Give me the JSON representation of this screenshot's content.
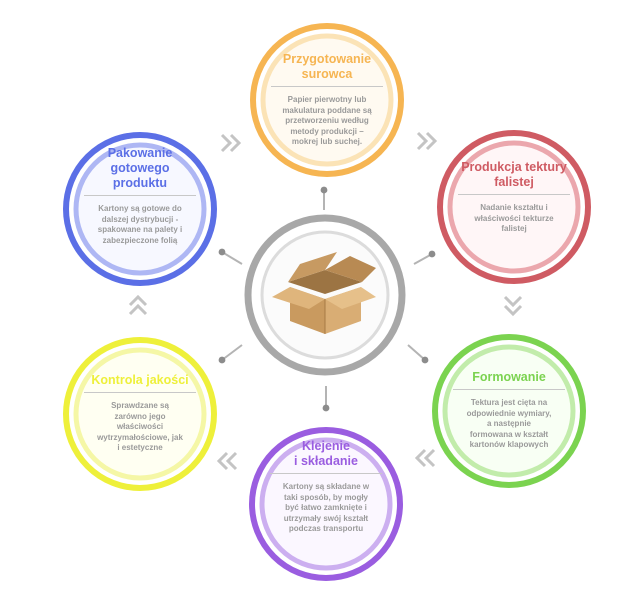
{
  "colors": {
    "center": "#a8a8a8",
    "connector": "#8c8c8c",
    "chevron": "#c4c4c4"
  },
  "center": {
    "image": "cardboard-box"
  },
  "steps": [
    {
      "title": [
        "Przygotowanie",
        "surowca"
      ],
      "desc": [
        "Papier pierwotny lub",
        "makulatura poddane są",
        "przetworzeniu według",
        "metody produkcji –",
        "mokrej lub suchej."
      ],
      "color": "#f6b552",
      "soft": "#fbe3b6",
      "fill": "#fffaf1"
    },
    {
      "title": [
        "Produkcja tektury",
        "falistej"
      ],
      "desc": [
        "Nadanie kształtu i",
        "właściwości tekturze",
        "falistej"
      ],
      "color": "#cf5b63",
      "soft": "#eba7ad",
      "fill": "#fff6f7"
    },
    {
      "title": [
        "Formowanie"
      ],
      "desc": [
        "Tektura jest cięta na",
        "odpowiednie wymiary,",
        "a następnie",
        "formowana w kształt",
        "kartonów klapowych"
      ],
      "color": "#7bd350",
      "soft": "#c2ecab",
      "fill": "#f8fff4"
    },
    {
      "title": [
        "Klejenie",
        "i składanie"
      ],
      "desc": [
        "Kartony są składane w",
        "taki sposób, by mogły",
        "być łatwo zamknięte i",
        "utrzymały swój kształt",
        "podczas transportu"
      ],
      "color": "#9a5de0",
      "soft": "#ccaff0",
      "fill": "#fbf7ff"
    },
    {
      "title": [
        "Kontrola jakości"
      ],
      "desc": [
        "Sprawdzane są",
        "zarówno jego",
        "właściwości",
        "wytrzymałościowe, jak",
        "i estetyczne"
      ],
      "color": "#eef03a",
      "soft": "#f5f7a6",
      "fill": "#fffff2"
    },
    {
      "title": [
        "Pakowanie",
        "gotowego",
        "produktu"
      ],
      "desc": [
        "Kartony są gotowe do",
        "dalszej dystrybucji -",
        "spakowane na palety i",
        "zabezpieczone folią"
      ],
      "color": "#5b6fe6",
      "soft": "#aeb7f4",
      "fill": "#f7f8ff"
    }
  ]
}
